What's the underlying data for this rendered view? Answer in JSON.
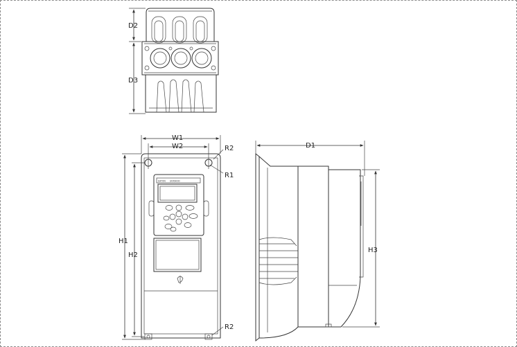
{
  "labels": {
    "d1": "D1",
    "d2": "D2",
    "d3": "D3",
    "w1": "W1",
    "w2": "W2",
    "h1": "H1",
    "h2": "H2",
    "h3": "H3",
    "r1": "R1",
    "r2_top": "R2",
    "r2_bottom": "R2"
  },
  "keypad": {
    "brand": "EATON",
    "model": "SVX9000"
  }
}
